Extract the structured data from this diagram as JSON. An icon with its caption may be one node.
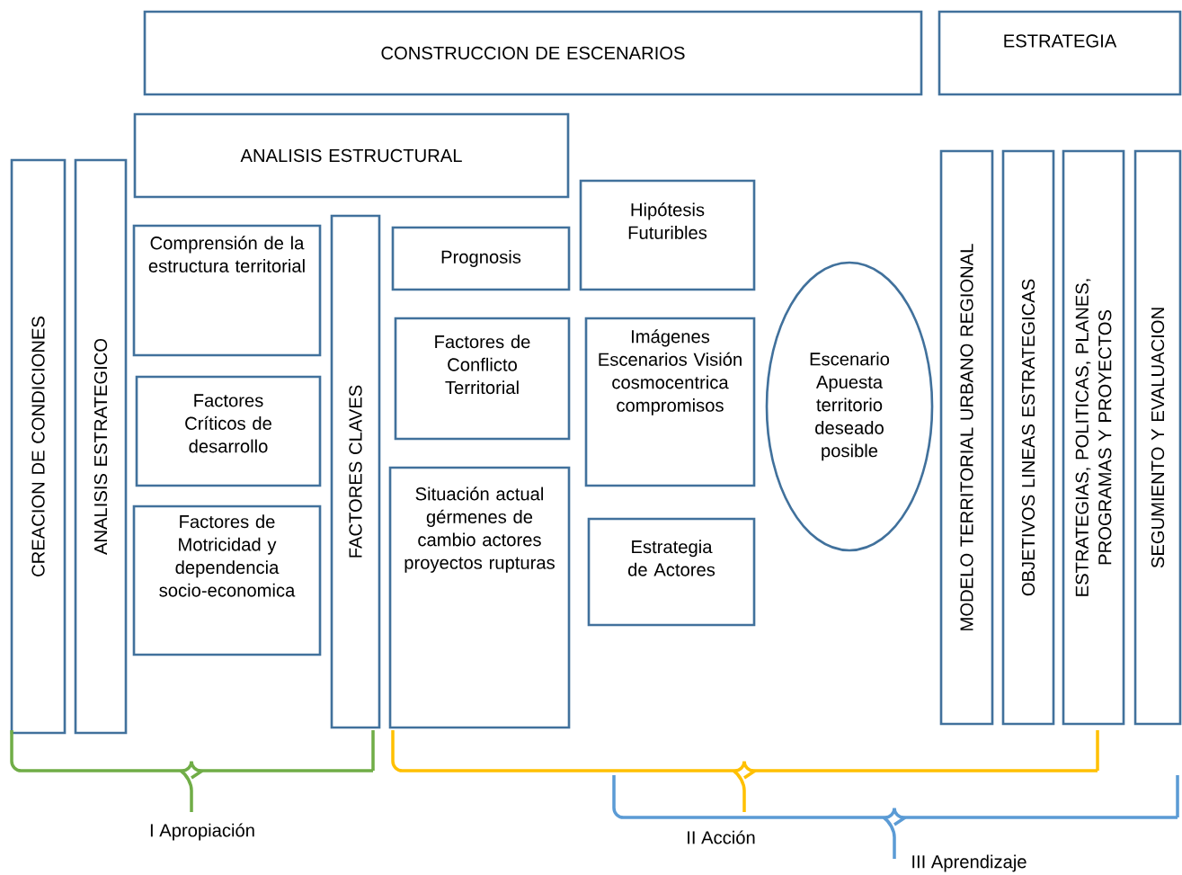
{
  "diagram": {
    "nodes": [
      {
        "text": [
          "CONSTRUCCION DE ESCENARIOS"
        ]
      },
      {
        "text": [
          "ESTRATEGIA"
        ]
      },
      {
        "text": [
          "ANALISIS ESTRUCTURAL"
        ]
      },
      {
        "text": [
          "CREACION DE CONDICIONES"
        ]
      },
      {
        "text": [
          "ANALISIS ESTRATEGICO"
        ]
      },
      {
        "text": [
          "Comprensión de la estructura territorial"
        ]
      },
      {
        "text": [
          "Factores Críticos de desarrollo"
        ]
      },
      {
        "text": [
          "Factores de Motricidad y dependencia socio-economica"
        ]
      },
      {
        "text": [
          "FACTORES CLAVES"
        ]
      },
      {
        "text": [
          "Prognosis"
        ]
      },
      {
        "text": [
          "Hipótesis Futuribles"
        ]
      },
      {
        "text": [
          "Factores de Conflicto Territorial"
        ]
      },
      {
        "text": [
          "Imágenes Escenarios Visión cosmocentrica compromisos"
        ]
      },
      {
        "text": [
          "Situación actual gérmenes de cambio actores proyectos rupturas"
        ]
      },
      {
        "text": [
          "Estrategia de Actores"
        ]
      },
      {
        "text": [
          "Escenario Apuesta territorio deseado posible"
        ]
      },
      {
        "text": [
          "MODELO TERRITORIAL URBANO REGIONAL"
        ]
      },
      {
        "text": [
          "OBJETIVOS LINEAS ESTRATEGICAS"
        ]
      },
      {
        "text": [
          "ESTRATEGIAS, POLITICAS, PLANES, PROGRAMAS Y PROYECTOS"
        ]
      },
      {
        "text": [
          "SEGUMIENTO Y EVALUACION"
        ]
      }
    ],
    "labels": [
      "I Apropiación",
      "II Acción",
      "III Aprendizaje"
    ]
  }
}
